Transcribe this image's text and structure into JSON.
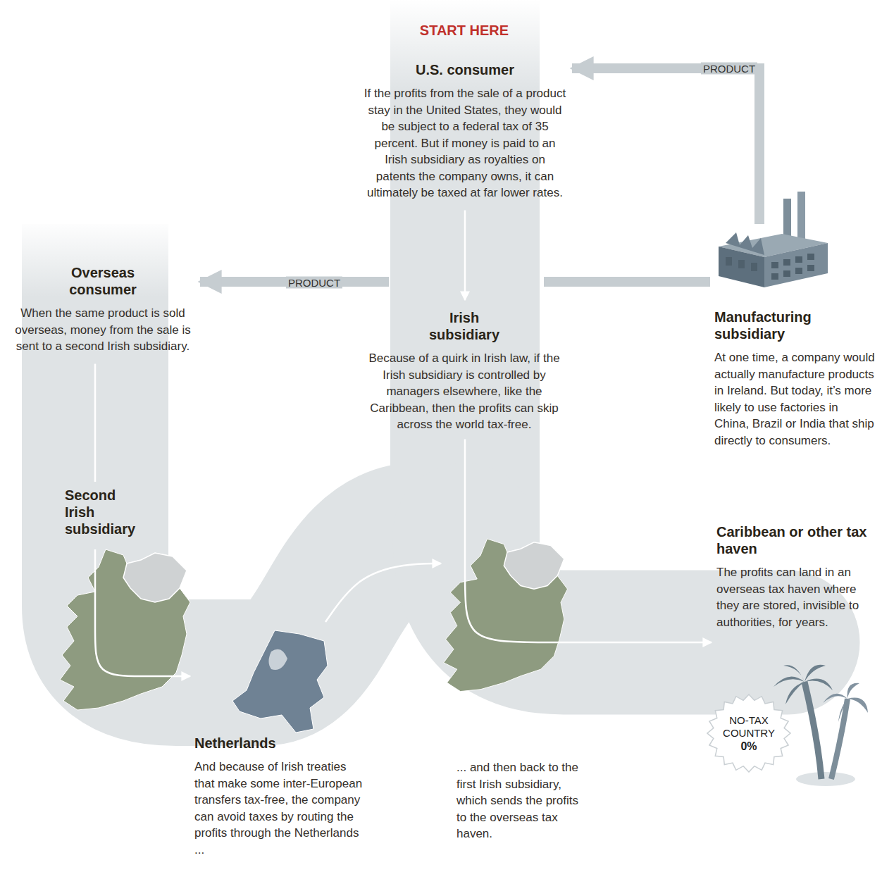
{
  "diagram": {
    "nodes": [
      {
        "text": [
          "U.S. consumer",
          "If the profits from the sale of a product stay in the United States, they would be subject to a federal tax of 35 percent. But if money is paid to an Irish subsidiary as royalties on patents the company owns, it can ultimately be taxed at far lower rates."
        ]
      },
      {
        "text": [
          "Overseas consumer",
          "When the same product is sold overseas, money from the sale is sent to a second Irish subsidiary."
        ]
      },
      {
        "text": [
          "Irish subsidiary",
          "Because of a quirk in Irish law, if the Irish subsidiary is controlled by managers elsewhere, like the Caribbean, then the profits can skip across the world tax-free."
        ]
      },
      {
        "text": [
          "Manufacturing subsidiary",
          "At one time, a company would actually manufacture products in Ireland. But today, it’s more likely to use factories in China, Brazil or India that ship directly to consumers."
        ]
      },
      {
        "text": [
          "Second Irish subsidiary"
        ]
      },
      {
        "text": [
          "Netherlands",
          "And because of Irish treaties that make some inter-European transfers tax-free, the company can avoid taxes by routing the profits through the Netherlands ..."
        ]
      },
      {
        "text": [
          "... and then back to the first Irish subsidiary, which sends the profits to the overseas tax haven."
        ]
      },
      {
        "text": [
          "Caribbean or other tax haven",
          "The profits can land in an overseas tax haven where they are stored, invisible to authorities, for years."
        ]
      },
      {
        "text": [
          "NO-TAX COUNTRY",
          "0%"
        ]
      }
    ],
    "edges": [
      {
        "from": 3,
        "to": 0,
        "label": "PRODUCT",
        "arrow": "to"
      },
      {
        "from": 3,
        "to": 1,
        "label": "PRODUCT",
        "arrow": "to"
      },
      {
        "from": 0,
        "to": 2,
        "arrow": "to"
      },
      {
        "from": 1,
        "to": 4,
        "arrow": "none"
      },
      {
        "from": 4,
        "to": 5,
        "arrow": "to"
      },
      {
        "from": 5,
        "to": 6,
        "arrow": "to"
      },
      {
        "from": 2,
        "to": 7,
        "arrow": "to"
      }
    ],
    "labels": [
      "START HERE"
    ]
  }
}
